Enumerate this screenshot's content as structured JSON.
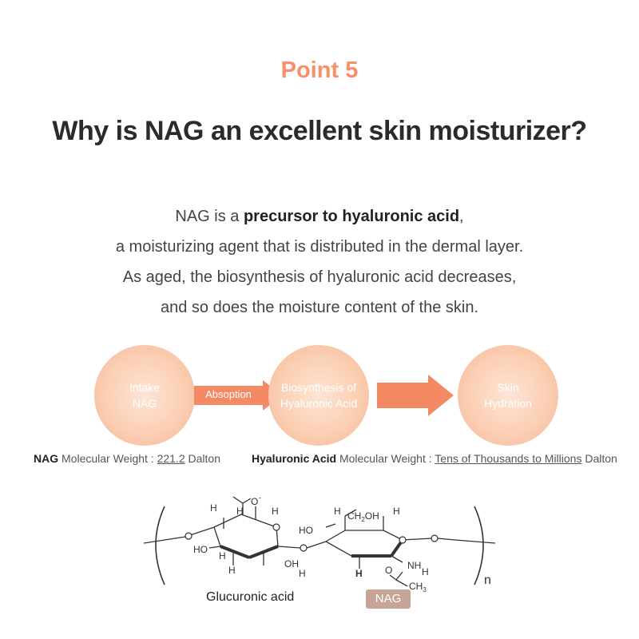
{
  "header": {
    "point": "Point 5",
    "title": "Why is NAG an excellent skin moisturizer?"
  },
  "intro": {
    "line1_pre": "NAG is a ",
    "line1_bold": "precursor to hyaluronic acid",
    "line1_post": ",",
    "line2": "a moisturizing agent that is distributed in the dermal layer.",
    "line3": "As aged, the biosynthesis of hyaluronic acid decreases,",
    "line4": "and so does the moisture content of the skin."
  },
  "flow": {
    "step1_line1": "Intake",
    "step1_line2": "NAG",
    "arrow1_label": "Absoption",
    "step2_line1": "Biosynthesis of",
    "step2_line2": "Hyaluronic Acid",
    "step3_line1": "Skin",
    "step3_line2": "Hydration"
  },
  "weights": {
    "nag_name": "NAG",
    "nag_label": " Molecular Weight : ",
    "nag_value": "221.2",
    "nag_unit": " Dalton",
    "ha_name": "Hyaluronic Acid",
    "ha_label": " Molecular Weight : ",
    "ha_value": "Tens of Thousands to Millions",
    "ha_unit": " Dalton"
  },
  "structure": {
    "glucuronic_label": "Glucuronic acid",
    "nag_label": "NAG",
    "repeat_subscript": "n",
    "atoms": {
      "h": "H",
      "o_minus": "O",
      "minus": "-",
      "ho": "HO",
      "oh": "OH",
      "ch2oh_pre": "CH",
      "ch2oh_sub": "2",
      "ch2oh_post": "OH",
      "nh": "NH",
      "ch3_pre": "CH",
      "ch3_sub": "3"
    }
  },
  "colors": {
    "accent": "#f6916a",
    "arrow": "#f48a63",
    "badge": "#c6a596"
  }
}
